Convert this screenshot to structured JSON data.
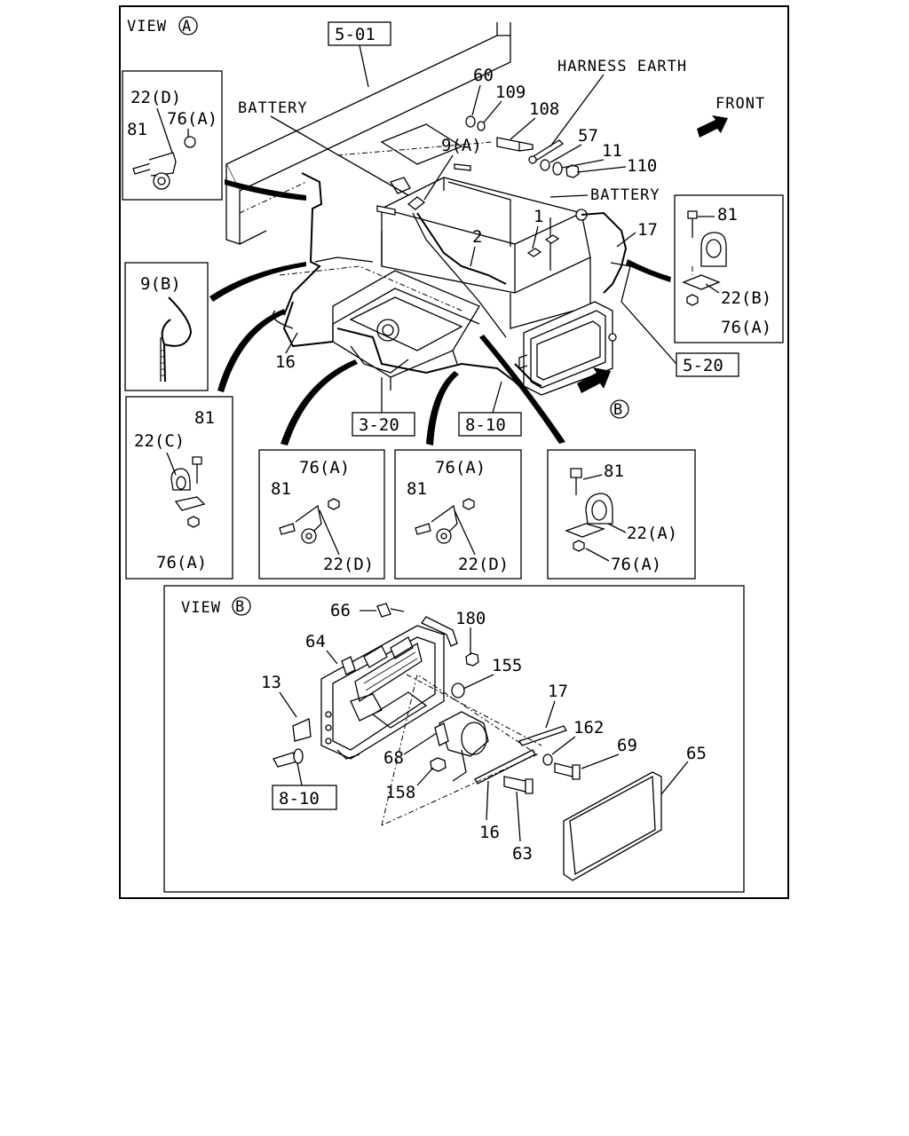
{
  "view_a": {
    "title": "VIEW",
    "marker": "A",
    "labels": {
      "harness_earth": "HARNESS EARTH",
      "front": "FRONT",
      "battery_left": "BATTERY",
      "battery_right": "BATTERY"
    },
    "refs": {
      "r501": "5-01",
      "r520": "5-20",
      "r320": "3-20",
      "r810": "8-10"
    },
    "parts": {
      "p60": "60",
      "p109": "109",
      "p108": "108",
      "p57": "57",
      "p11": "11",
      "p110": "110",
      "p9a": "9(A)",
      "p1": "1",
      "p2": "2",
      "p17": "17",
      "p16": "16"
    },
    "marker_b": "B",
    "insets": {
      "tl": {
        "a": "22(D)",
        "b": "81",
        "c": "76(A)"
      },
      "tr": {
        "a": "81",
        "b": "22(B)",
        "c": "76(A)"
      },
      "band": {
        "a": "9(B)"
      },
      "c": {
        "a": "81",
        "b": "22(C)",
        "c": "76(A)"
      },
      "d1": {
        "a": "76(A)",
        "b": "81",
        "c": "22(D)"
      },
      "d2": {
        "a": "76(A)",
        "b": "81",
        "c": "22(D)"
      },
      "a": {
        "a": "81",
        "b": "22(A)",
        "c": "76(A)"
      }
    }
  },
  "view_b": {
    "title": "VIEW",
    "marker": "B",
    "ref": "8-10",
    "parts": {
      "p66": "66",
      "p180": "180",
      "p64": "64",
      "p155": "155",
      "p13": "13",
      "p17": "17",
      "p162": "162",
      "p69": "69",
      "p65": "65",
      "p68": "68",
      "p158": "158",
      "p16": "16",
      "p63": "63"
    }
  }
}
